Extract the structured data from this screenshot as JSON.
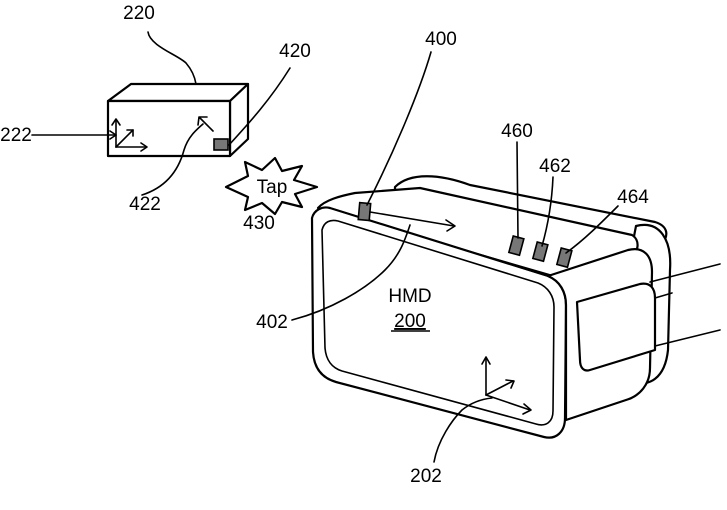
{
  "labels": {
    "controller": "220",
    "controller_axes": "222",
    "controller_sensor": "420",
    "controller_sensor_axes": "422",
    "tap_ref": "430",
    "hmd_sensor": "400",
    "hmd_sensor_axes": "402",
    "button_1": "460",
    "button_2": "462",
    "button_3": "464",
    "hmd_axes": "202"
  },
  "tap_text": "Tap",
  "hmd_name": "HMD",
  "hmd_number": "200"
}
